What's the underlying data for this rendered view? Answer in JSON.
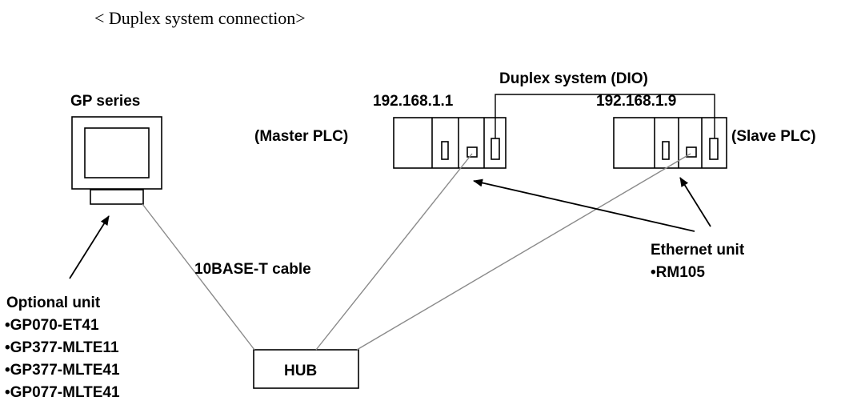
{
  "title": "< Duplex system connection>",
  "gp": {
    "label": "GP series",
    "optional_title": "Optional unit",
    "optional_items": [
      "•GP070-ET41",
      "•GP377-MLTE11",
      "•GP377-MLTE41",
      "•GP077-MLTE41"
    ]
  },
  "cable_label": "10BASE-T cable",
  "hub_label": "HUB",
  "master": {
    "ip": "192.168.1.1",
    "label": "(Master PLC)"
  },
  "slave": {
    "ip": "192.168.1.9",
    "label": "(Slave PLC)"
  },
  "duplex_label": "Duplex system (DIO)",
  "ethernet": {
    "title": "Ethernet unit",
    "model": "•RM105"
  }
}
